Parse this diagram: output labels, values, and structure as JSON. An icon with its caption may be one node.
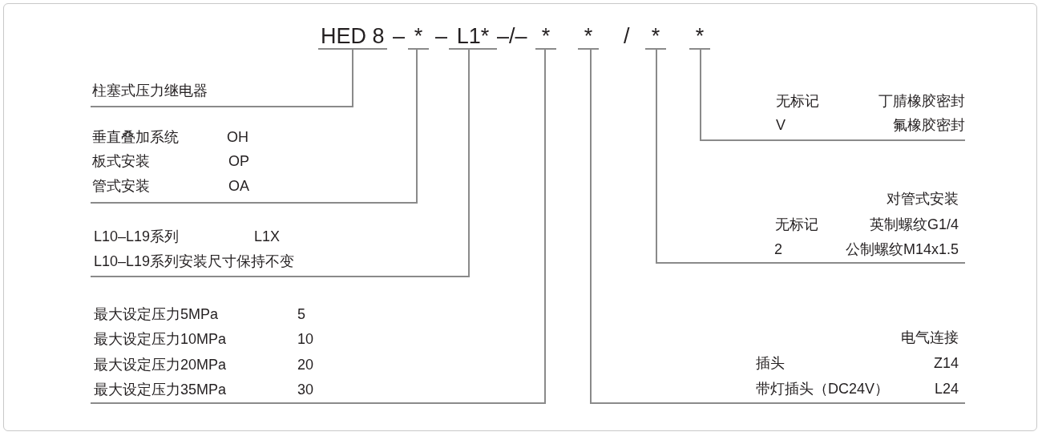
{
  "diagram": {
    "nodes": [
      {
        "text": [
          "HED 8"
        ]
      },
      {
        "text": [
          "*"
        ]
      },
      {
        "text": [
          "L1*"
        ]
      },
      {
        "text": [
          "*"
        ]
      },
      {
        "text": [
          "*"
        ]
      },
      {
        "text": [
          "*"
        ]
      },
      {
        "text": [
          "*"
        ]
      },
      {
        "text": [
          "柱塞式压力继电器"
        ]
      },
      {
        "text": [
          "垂直叠加系统",
          "OH",
          "板式安装",
          "OP",
          "管式安装",
          "OA"
        ]
      },
      {
        "text": [
          "L10–L19系列",
          "L1X",
          "L10–L19系列安装尺寸保持不变"
        ]
      },
      {
        "text": [
          "最大设定压力5MPa",
          "5",
          "最大设定压力10MPa",
          "10",
          "最大设定压力20MPa",
          "20",
          "最大设定压力35MPa",
          "30"
        ]
      },
      {
        "text": [
          "无标记",
          "丁腈橡胶密封",
          "V",
          "氟橡胶密封"
        ]
      },
      {
        "text": [
          "对管式安装",
          "无标记",
          "英制螺纹G1/4",
          "2",
          "公制螺纹M14x1.5"
        ]
      },
      {
        "text": [
          "电气连接",
          "插头",
          "Z14",
          "带灯插头（DC24V）",
          "L24"
        ]
      }
    ],
    "edges": [
      {
        "from": 0,
        "to": 7,
        "arrow": "none"
      },
      {
        "from": 1,
        "to": 8,
        "arrow": "none"
      },
      {
        "from": 2,
        "to": 9,
        "arrow": "none"
      },
      {
        "from": 3,
        "to": 10,
        "arrow": "none"
      },
      {
        "from": 4,
        "to": 13,
        "arrow": "none"
      },
      {
        "from": 5,
        "to": 12,
        "arrow": "none"
      },
      {
        "from": 6,
        "to": 11,
        "arrow": "none"
      }
    ],
    "labels": [
      "–",
      "–",
      "–/–",
      "/"
    ]
  }
}
